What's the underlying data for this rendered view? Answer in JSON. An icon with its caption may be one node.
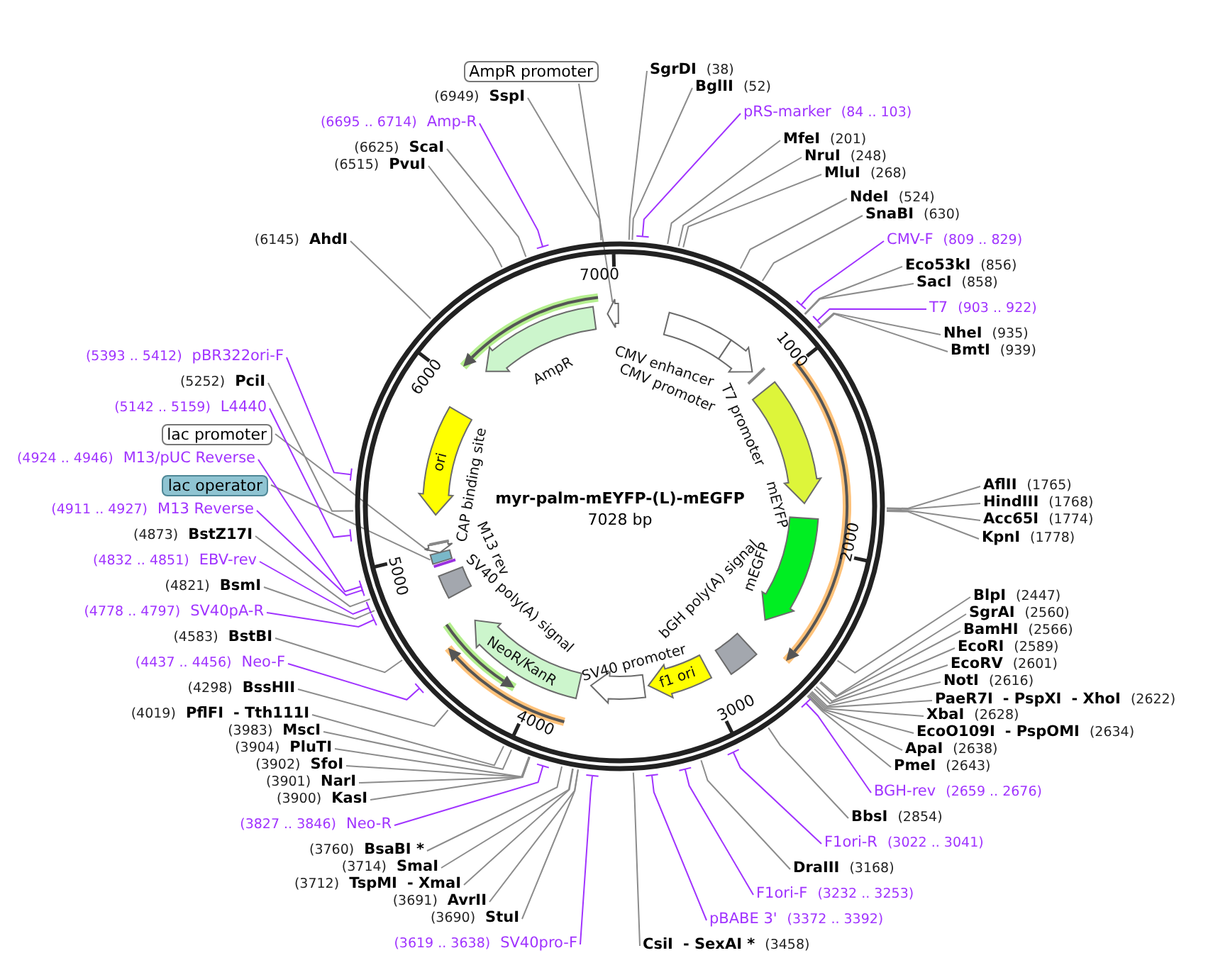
{
  "diagram": {
    "title": "myr-palm-mEYFP-(L)-mEGFP",
    "nodes": [
      {
        "text": [
          "SgrDI",
          "(38)"
        ]
      },
      {
        "text": [
          "BglII",
          "(52)"
        ]
      },
      {
        "text": [
          "pRS-marker",
          "(84 .. 103)"
        ]
      },
      {
        "text": [
          "MfeI",
          "(201)"
        ]
      },
      {
        "text": [
          "NruI",
          "(248)"
        ]
      },
      {
        "text": [
          "MluI",
          "(268)"
        ]
      },
      {
        "text": [
          "NdeI",
          "(524)"
        ]
      },
      {
        "text": [
          "SnaBI",
          "(630)"
        ]
      },
      {
        "text": [
          "CMV-F",
          "(809 .. 829)"
        ]
      },
      {
        "text": [
          "Eco53kI",
          "(856)"
        ]
      },
      {
        "text": [
          "SacI",
          "(858)"
        ]
      },
      {
        "text": [
          "T7",
          "(903 .. 922)"
        ]
      },
      {
        "text": [
          "NheI",
          "(935)"
        ]
      },
      {
        "text": [
          "BmtI",
          "(939)"
        ]
      },
      {
        "text": [
          "AflII",
          "(1765)"
        ]
      },
      {
        "text": [
          "HindIII",
          "(1768)"
        ]
      },
      {
        "text": [
          "Acc65I",
          "(1774)"
        ]
      },
      {
        "text": [
          "KpnI",
          "(1778)"
        ]
      },
      {
        "text": [
          "BlpI",
          "(2447)"
        ]
      },
      {
        "text": [
          "SgrAI",
          "(2560)"
        ]
      },
      {
        "text": [
          "BamHI",
          "(2566)"
        ]
      },
      {
        "text": [
          "EcoRI",
          "(2589)"
        ]
      },
      {
        "text": [
          "EcoRV",
          "(2601)"
        ]
      },
      {
        "text": [
          "NotI",
          "(2616)"
        ]
      },
      {
        "text": [
          "PaeR7I",
          "- PspXI",
          "- XhoI",
          "(2622)"
        ]
      },
      {
        "text": [
          "XbaI",
          "(2628)"
        ]
      },
      {
        "text": [
          "EcoO109I",
          "- PspOMI",
          "(2634)"
        ]
      },
      {
        "text": [
          "ApaI",
          "(2638)"
        ]
      },
      {
        "text": [
          "PmeI",
          "(2643)"
        ]
      },
      {
        "text": [
          "BGH-rev",
          "(2659 .. 2676)"
        ]
      },
      {
        "text": [
          "BbsI",
          "(2854)"
        ]
      },
      {
        "text": [
          "F1ori-R",
          "(3022 .. 3041)"
        ]
      },
      {
        "text": [
          "DraIII",
          "(3168)"
        ]
      },
      {
        "text": [
          "F1ori-F",
          "(3232 .. 3253)"
        ]
      },
      {
        "text": [
          "pBABE 3'",
          "(3372 .. 3392)"
        ]
      },
      {
        "text": [
          "CsiI",
          "- SexAI *",
          "(3458)"
        ]
      },
      {
        "text": [
          "(3619 .. 3638)",
          "SV40pro-F"
        ]
      },
      {
        "text": [
          "(3690)",
          "StuI"
        ]
      },
      {
        "text": [
          "(3691)",
          "AvrII"
        ]
      },
      {
        "text": [
          "(3712)",
          "TspMI",
          "- XmaI"
        ]
      },
      {
        "text": [
          "(3714)",
          "SmaI"
        ]
      },
      {
        "text": [
          "(3760)",
          "BsaBI *"
        ]
      },
      {
        "text": [
          "(3827 .. 3846)",
          "Neo-R"
        ]
      },
      {
        "text": [
          "(3900)",
          "KasI"
        ]
      },
      {
        "text": [
          "(3901)",
          "NarI"
        ]
      },
      {
        "text": [
          "(3902)",
          "SfoI"
        ]
      },
      {
        "text": [
          "(3904)",
          "PluTI"
        ]
      },
      {
        "text": [
          "(3983)",
          "MscI"
        ]
      },
      {
        "text": [
          "(4019)",
          "PflFI",
          "- Tth111I"
        ]
      },
      {
        "text": [
          "(4298)",
          "BssHII"
        ]
      },
      {
        "text": [
          "(4437 .. 4456)",
          "Neo-F"
        ]
      },
      {
        "text": [
          "(4583)",
          "BstBI"
        ]
      },
      {
        "text": [
          "(4778 .. 4797)",
          "SV40pA-R"
        ]
      },
      {
        "text": [
          "(4821)",
          "BsmI"
        ]
      },
      {
        "text": [
          "(4832 .. 4851)",
          "EBV-rev"
        ]
      },
      {
        "text": [
          "(4873)",
          "BstZ17I"
        ]
      },
      {
        "text": [
          "(4911 .. 4927)",
          "M13 Reverse"
        ]
      },
      {
        "text": [
          "lac operator"
        ]
      },
      {
        "text": [
          "(4924 .. 4946)",
          "M13/pUC Reverse"
        ]
      },
      {
        "text": [
          "lac promoter"
        ]
      },
      {
        "text": [
          "(5142 .. 5159)",
          "L4440"
        ]
      },
      {
        "text": [
          "(5252)",
          "PciI"
        ]
      },
      {
        "text": [
          "(5393 .. 5412)",
          "pBR322ori-F"
        ]
      },
      {
        "text": [
          "(6145)",
          "AhdI"
        ]
      },
      {
        "text": [
          "(6515)",
          "PvuI"
        ]
      },
      {
        "text": [
          "(6625)",
          "ScaI"
        ]
      },
      {
        "text": [
          "(6695 .. 6714)",
          "Amp-R"
        ]
      },
      {
        "text": [
          "(6949)",
          "SspI"
        ]
      },
      {
        "text": [
          "AmpR promoter"
        ]
      },
      {
        "text": [],
        "shape": "arrow"
      },
      {
        "text": [
          "AmpR"
        ]
      },
      {
        "text": [
          "CMV enhancer"
        ]
      },
      {
        "text": [
          "CMV promoter"
        ]
      },
      {
        "text": [
          "T7 promoter"
        ]
      },
      {
        "text": [
          "mEYFP"
        ]
      },
      {
        "text": [
          "mEGFP"
        ]
      },
      {
        "text": [
          "bGH poly(A) signal"
        ]
      },
      {
        "text": [
          "f1 ori"
        ]
      },
      {
        "text": [
          "SV40 promoter"
        ]
      },
      {
        "text": [
          "NeoR/KanR"
        ]
      },
      {
        "text": [
          "SV40 poly(A) signal"
        ]
      },
      {
        "text": [
          "M13 rev"
        ]
      },
      {
        "text": [],
        "shape": "box"
      },
      {
        "text": [],
        "shape": "arrow"
      },
      {
        "text": [
          "CAP binding site"
        ]
      },
      {
        "text": [
          "ori"
        ]
      }
    ],
    "edges": [
      {
        "from": 0,
        "to": null,
        "arrow": "none"
      },
      {
        "from": 1,
        "to": null,
        "arrow": "none"
      },
      {
        "from": 2,
        "to": null,
        "arrow": "none",
        "color": "#a033ff"
      },
      {
        "from": 3,
        "to": null,
        "arrow": "none"
      },
      {
        "from": 4,
        "to": null,
        "arrow": "none"
      },
      {
        "from": 5,
        "to": null,
        "arrow": "none"
      },
      {
        "from": 6,
        "to": null,
        "arrow": "none"
      },
      {
        "from": 7,
        "to": null,
        "arrow": "none"
      },
      {
        "from": 8,
        "to": null,
        "arrow": "none",
        "color": "#a033ff"
      },
      {
        "from": 9,
        "to": null,
        "arrow": "none"
      },
      {
        "from": 10,
        "to": null,
        "arrow": "none"
      },
      {
        "from": 11,
        "to": null,
        "arrow": "none",
        "color": "#a033ff"
      },
      {
        "from": 12,
        "to": null,
        "arrow": "none"
      },
      {
        "from": 13,
        "to": null,
        "arrow": "none"
      },
      {
        "from": 14,
        "to": null,
        "arrow": "none"
      },
      {
        "from": 15,
        "to": null,
        "arrow": "none"
      },
      {
        "from": 16,
        "to": null,
        "arrow": "none"
      },
      {
        "from": 17,
        "to": null,
        "arrow": "none"
      },
      {
        "from": 18,
        "to": null,
        "arrow": "none"
      },
      {
        "from": 19,
        "to": null,
        "arrow": "none"
      },
      {
        "from": 20,
        "to": null,
        "arrow": "none"
      },
      {
        "from": 21,
        "to": null,
        "arrow": "none"
      },
      {
        "from": 22,
        "to": null,
        "arrow": "none"
      },
      {
        "from": 23,
        "to": null,
        "arrow": "none"
      },
      {
        "from": 24,
        "to": null,
        "arrow": "none"
      },
      {
        "from": 25,
        "to": null,
        "arrow": "none"
      },
      {
        "from": 26,
        "to": null,
        "arrow": "none"
      },
      {
        "from": 27,
        "to": null,
        "arrow": "none"
      },
      {
        "from": 28,
        "to": null,
        "arrow": "none"
      },
      {
        "from": 29,
        "to": null,
        "arrow": "none",
        "color": "#a033ff"
      },
      {
        "from": 30,
        "to": null,
        "arrow": "none"
      },
      {
        "from": 31,
        "to": null,
        "arrow": "none",
        "color": "#a033ff"
      },
      {
        "from": 32,
        "to": null,
        "arrow": "none"
      },
      {
        "from": 33,
        "to": null,
        "arrow": "none",
        "color": "#a033ff"
      },
      {
        "from": 34,
        "to": null,
        "arrow": "none",
        "color": "#a033ff"
      },
      {
        "from": 35,
        "to": null,
        "arrow": "none"
      },
      {
        "from": 36,
        "to": null,
        "arrow": "none",
        "color": "#a033ff"
      },
      {
        "from": 37,
        "to": null,
        "arrow": "none"
      },
      {
        "from": 38,
        "to": null,
        "arrow": "none"
      },
      {
        "from": 39,
        "to": null,
        "arrow": "none"
      },
      {
        "from": 40,
        "to": null,
        "arrow": "none"
      },
      {
        "from": 41,
        "to": null,
        "arrow": "none"
      },
      {
        "from": 42,
        "to": null,
        "arrow": "none",
        "color": "#a033ff"
      },
      {
        "from": 43,
        "to": null,
        "arrow": "none"
      },
      {
        "from": 44,
        "to": null,
        "arrow": "none"
      },
      {
        "from": 45,
        "to": null,
        "arrow": "none"
      },
      {
        "from": 46,
        "to": null,
        "arrow": "none"
      },
      {
        "from": 47,
        "to": null,
        "arrow": "none"
      },
      {
        "from": 48,
        "to": null,
        "arrow": "none"
      },
      {
        "from": 49,
        "to": null,
        "arrow": "none"
      },
      {
        "from": 50,
        "to": null,
        "arrow": "none",
        "color": "#a033ff"
      },
      {
        "from": 51,
        "to": null,
        "arrow": "none"
      },
      {
        "from": 52,
        "to": null,
        "arrow": "none",
        "color": "#a033ff"
      },
      {
        "from": 53,
        "to": null,
        "arrow": "none"
      },
      {
        "from": 54,
        "to": null,
        "arrow": "none",
        "color": "#a033ff"
      },
      {
        "from": 55,
        "to": null,
        "arrow": "none"
      },
      {
        "from": 56,
        "to": null,
        "arrow": "none",
        "color": "#a033ff"
      },
      {
        "from": 57,
        "to": 82,
        "arrow": "none"
      },
      {
        "from": 58,
        "to": null,
        "arrow": "none",
        "color": "#a033ff"
      },
      {
        "from": 59,
        "to": 83,
        "arrow": "none"
      },
      {
        "from": 60,
        "to": null,
        "arrow": "none",
        "color": "#a033ff"
      },
      {
        "from": 61,
        "to": null,
        "arrow": "none"
      },
      {
        "from": 62,
        "to": null,
        "arrow": "none",
        "color": "#a033ff"
      },
      {
        "from": 63,
        "to": null,
        "arrow": "none"
      },
      {
        "from": 64,
        "to": null,
        "arrow": "none"
      },
      {
        "from": 65,
        "to": null,
        "arrow": "none"
      },
      {
        "from": 66,
        "to": null,
        "arrow": "none",
        "color": "#a033ff"
      },
      {
        "from": 67,
        "to": null,
        "arrow": "none"
      },
      {
        "from": 68,
        "to": 69,
        "arrow": "none"
      }
    ],
    "labels": [
      "7028 bp",
      "7000",
      "1000",
      "2000",
      "3000",
      "4000",
      "5000",
      "6000"
    ]
  }
}
